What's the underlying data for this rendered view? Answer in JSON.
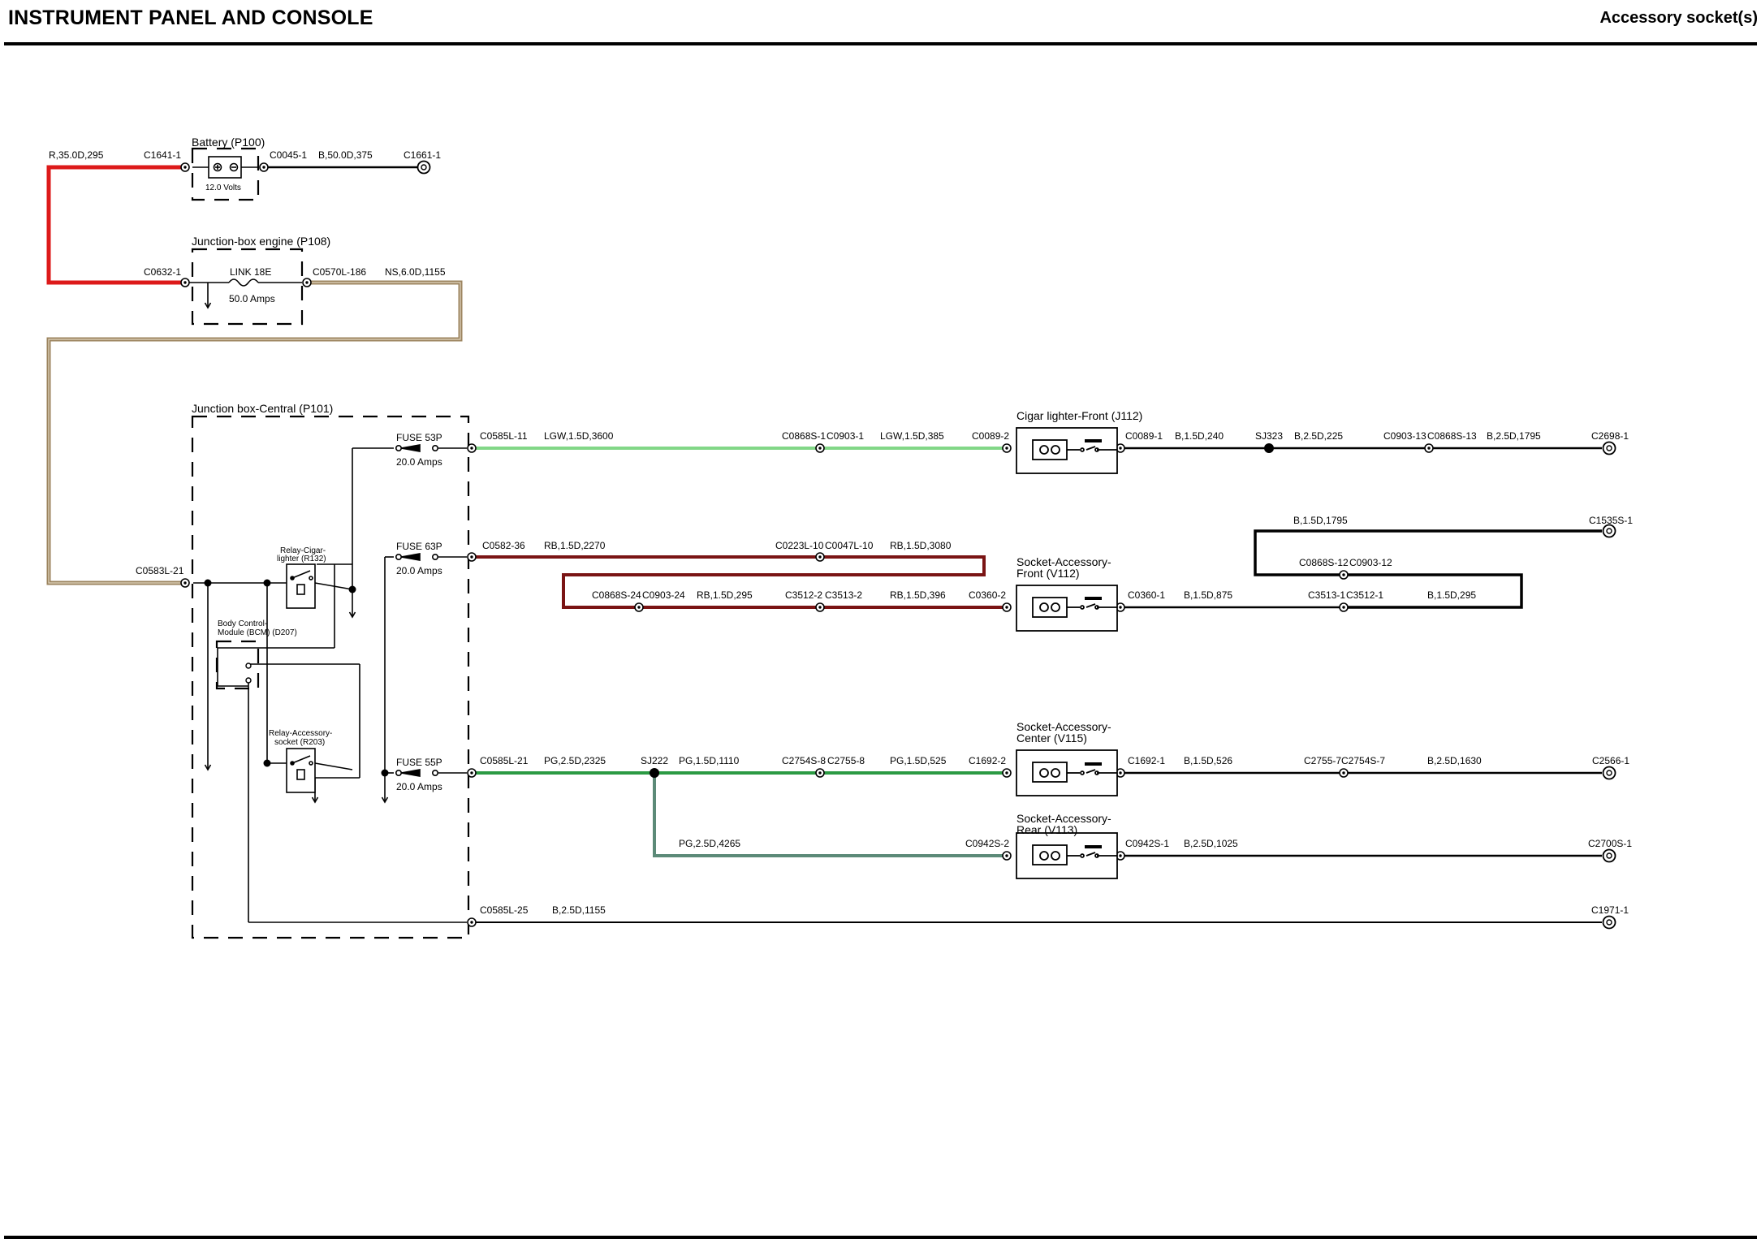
{
  "header": {
    "title": "INSTRUMENT PANEL AND CONSOLE",
    "subtitle": "Accessory socket(s)"
  },
  "colors": {
    "red": "#dd1a1a",
    "tan": "#9c845f",
    "lightgreen": "#82d787",
    "green": "#2b9a43",
    "greygreen": "#5c8a78",
    "maroon": "#7a1414",
    "black": "#000000"
  },
  "components": {
    "battery": {
      "title": "Battery (P100)",
      "rating": "12.0 Volts"
    },
    "jbox_engine": {
      "title": "Junction-box engine (P108)",
      "link": "LINK 18E",
      "rating": "50.0 Amps"
    },
    "jbox_central": {
      "title": "Junction box-Central (P101)"
    },
    "relay_cigar": {
      "line1": "Relay-Cigar-",
      "line2": "lighter (R132)"
    },
    "bcm": {
      "line1": "Body Control-",
      "line2": "Module (BCM) (D207)"
    },
    "relay_socket": {
      "line1": "Relay-Accessory-",
      "line2": "socket (R203)"
    },
    "fuse53": {
      "name": "FUSE 53P",
      "rating": "20.0 Amps"
    },
    "fuse63": {
      "name": "FUSE 63P",
      "rating": "20.0 Amps"
    },
    "fuse55": {
      "name": "FUSE 55P",
      "rating": "20.0 Amps"
    },
    "cigar_front": {
      "title": "Cigar lighter-Front (J112)"
    },
    "sock_front": {
      "line1": "Socket-Accessory-",
      "line2": "Front (V112)"
    },
    "sock_center": {
      "line1": "Socket-Accessory-",
      "line2": "Center (V115)"
    },
    "sock_rear": {
      "line1": "Socket-Accessory-",
      "line2": "Rear (V113)"
    }
  },
  "wires": {
    "r35": "R,35.0D,295",
    "b50": "B,50.0D,375",
    "ns6": "NS,6.0D,1155",
    "lgw3600": "LGW,1.5D,3600",
    "lgw385": "LGW,1.5D,385",
    "b240": "B,1.5D,240",
    "b225": "B,2.5D,225",
    "b1795_2": "B,2.5D,1795",
    "rb2270": "RB,1.5D,2270",
    "rb3080": "RB,1.5D,3080",
    "rb295": "RB,1.5D,295",
    "rb396": "RB,1.5D,396",
    "b1795": "B,1.5D,1795",
    "b875": "B,1.5D,875",
    "b295": "B,1.5D,295",
    "pg2325": "PG,2.5D,2325",
    "pg1110": "PG,1.5D,1110",
    "pg525": "PG,1.5D,525",
    "b526": "B,1.5D,526",
    "b1630": "B,2.5D,1630",
    "pg4265": "PG,2.5D,4265",
    "b1025": "B,2.5D,1025",
    "b1155": "B,2.5D,1155"
  },
  "connectors": {
    "c1641": "C1641-1",
    "c0045": "C0045-1",
    "c1661": "C1661-1",
    "c0632": "C0632-1",
    "c0570": "C0570L-186",
    "c0583": "C0583L-21",
    "c0585_11": "C0585L-11",
    "c0868_1": "C0868S-1",
    "c0903_1": "C0903-1",
    "c0089_2": "C0089-2",
    "c0089_1": "C0089-1",
    "sj323": "SJ323",
    "c0903_13": "C0903-13",
    "c0868_13": "C0868S-13",
    "c2698": "C2698-1",
    "c0582": "C0582-36",
    "c0223": "C0223L-10",
    "c0047": "C0047L-10",
    "c1535": "C1535S-1",
    "c0868_12": "C0868S-12",
    "c0903_12": "C0903-12",
    "c0868_24": "C0868S-24",
    "c0903_24": "C0903-24",
    "c3512_2": "C3512-2",
    "c3513_2": "C3513-2",
    "c0360_2": "C0360-2",
    "c0360_1": "C0360-1",
    "c3513_1": "C3513-1",
    "c3512_1": "C3512-1",
    "c0585_21": "C0585L-21",
    "sj222": "SJ222",
    "c2754_8": "C2754S-8",
    "c2755_8": "C2755-8",
    "c1692_2": "C1692-2",
    "c1692_1": "C1692-1",
    "c2755_7": "C2755-7",
    "c2754_7": "C2754S-7",
    "c2566": "C2566-1",
    "c0942_2": "C0942S-2",
    "c0942_1": "C0942S-1",
    "c2700": "C2700S-1",
    "c0585_25": "C0585L-25",
    "c1971": "C1971-1"
  }
}
